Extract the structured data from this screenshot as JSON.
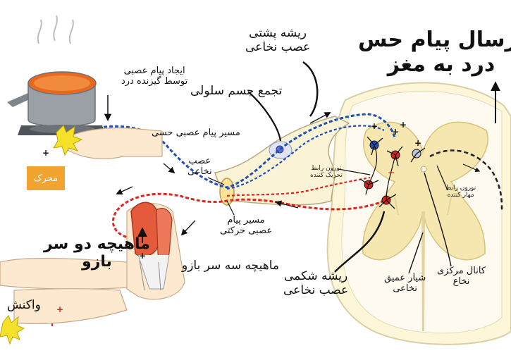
{
  "diagram": {
    "title_lines": [
      "ارسال پیام حس",
      "درد به مغز"
    ],
    "labels": {
      "dorsal_root": [
        "ریشه پشتی",
        "عصب نخاعی"
      ],
      "pain_message": [
        "ایجاد پیام عصبی",
        "توسط گیزنده درد"
      ],
      "cell_body_cluster": "تجمع جسم سلولی",
      "sensory_path": "مسیر پیام عصبی حسی",
      "spinal_nerve": [
        "عصب",
        "نخاعی"
      ],
      "excitatory_interneuron": [
        "نورون رابط",
        "تحریک کننده"
      ],
      "inhibitory_interneuron": [
        "نورون رابط",
        "مهار کننده"
      ],
      "motor_path": [
        "مسیر پیام",
        "عصبی حرکتی"
      ],
      "biceps": [
        "ماهیچه دو سر",
        "بازو"
      ],
      "triceps": "ماهیچه سه سر بازو",
      "ventral_root": [
        "ریشه شکمی",
        "عصب نخاعی"
      ],
      "deep_fissure": [
        "شیار عمیق",
        "نخاعی"
      ],
      "central_canal": [
        "کانال مرکزی",
        "نخاع"
      ],
      "reaction": "واکنش",
      "stimulus_badge": "محرک"
    },
    "signs": {
      "plus": "+",
      "minus": "−"
    },
    "colors": {
      "sensory": "#1f4fb8",
      "motor": "#e0241c",
      "inhibitory": "#222222",
      "nerve_fill": "#fbf3d6",
      "gray_matter": "#fdf6d8",
      "muscle": "#e45b3c",
      "badge": "#f2a431",
      "water": "#e8681e",
      "pot": "#9aa0a6"
    }
  }
}
